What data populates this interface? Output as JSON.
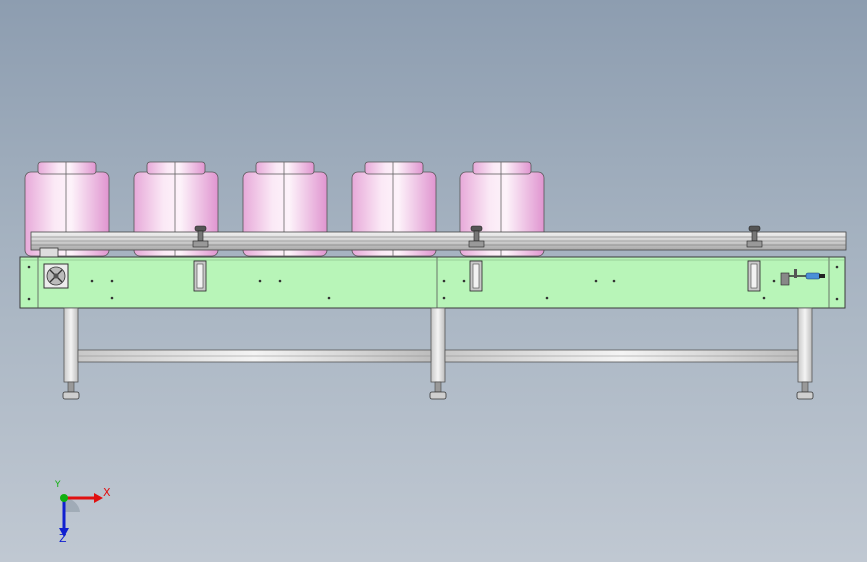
{
  "viewport": {
    "background_top": "#8d9db0",
    "background_bottom": "#c0c8d2"
  },
  "model": {
    "frame_color": "#b8f5b8",
    "can_color": "#f4c8ea",
    "can_count": 5,
    "guide_clamp_count": 3,
    "leg_count": 3
  },
  "triad": {
    "x_label": "X",
    "y_label": "Y",
    "z_label": "Z",
    "x_color": "#e01010",
    "y_color": "#10b010",
    "z_color": "#1020d0"
  }
}
